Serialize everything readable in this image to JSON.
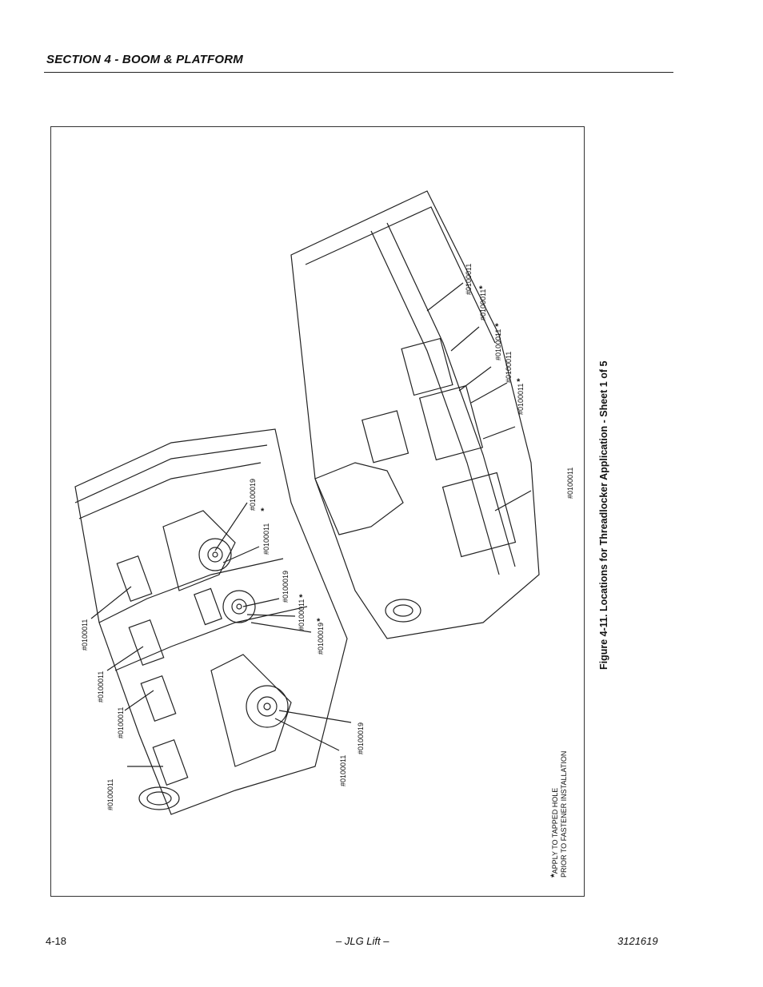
{
  "header": {
    "section_title": "SECTION 4 - BOOM & PLATFORM"
  },
  "figure": {
    "caption": "Figure 4-11. Locations for Threadlocker Application - Sheet 1 of 5",
    "note_line1": "APPLY TO TAPPED HOLE",
    "note_line2": "PRIOR TO FASTENER INSTALLATION",
    "note_symbol": "*",
    "callouts": {
      "a": "#0100011",
      "b": "#0100011",
      "c": "#0100011",
      "d": "#0100011",
      "e": "#0100019",
      "f": "#0100011",
      "g": "#0100019",
      "h": "#0100011",
      "i": "#0100019",
      "j": "#0100011",
      "k": "#0100019",
      "l": "#0100011",
      "m": "#0100011",
      "n": "#0100011",
      "o": "#0100011",
      "p": "#0100011",
      "q": "#0100011"
    }
  },
  "footer": {
    "page_number": "4-18",
    "center_text": "– JLG Lift –",
    "doc_number": "3121619"
  }
}
